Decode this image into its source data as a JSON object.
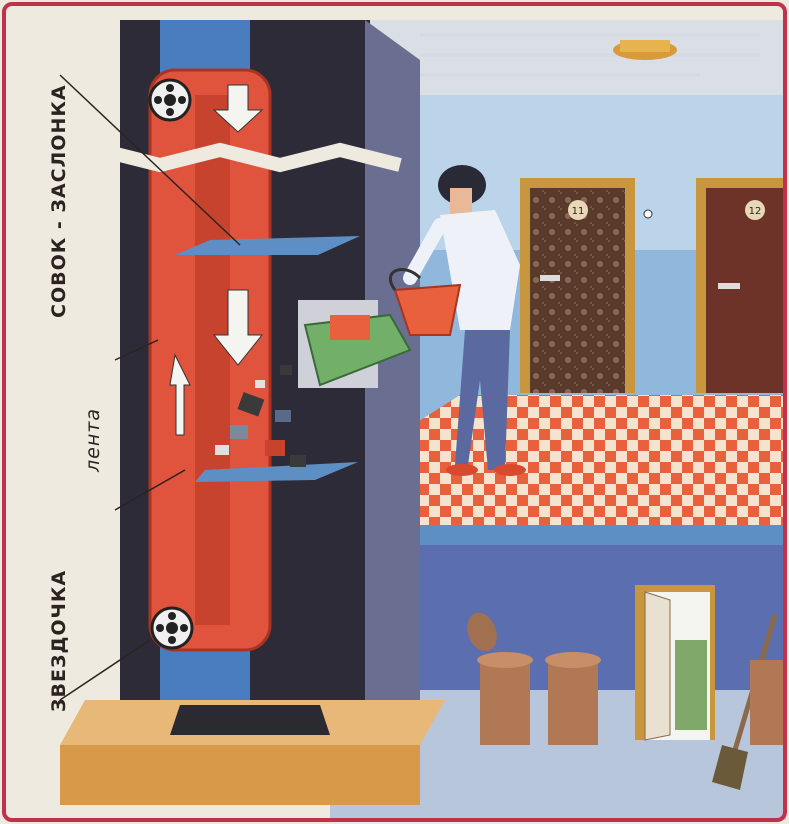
{
  "labels": {
    "scoop_valve": "СОВОК - ЗАСЛОНКА",
    "belt": "лента",
    "sprocket": "ЗВЕЗДОЧКА"
  },
  "doors": {
    "left_number": "11",
    "right_number": "12"
  },
  "colors": {
    "belt": "#e0533c",
    "frame": "#c0324a",
    "floor_tile_a": "#e8603c",
    "floor_tile_b": "#f4e4cf",
    "wall_blue": "#8fb8dc"
  }
}
